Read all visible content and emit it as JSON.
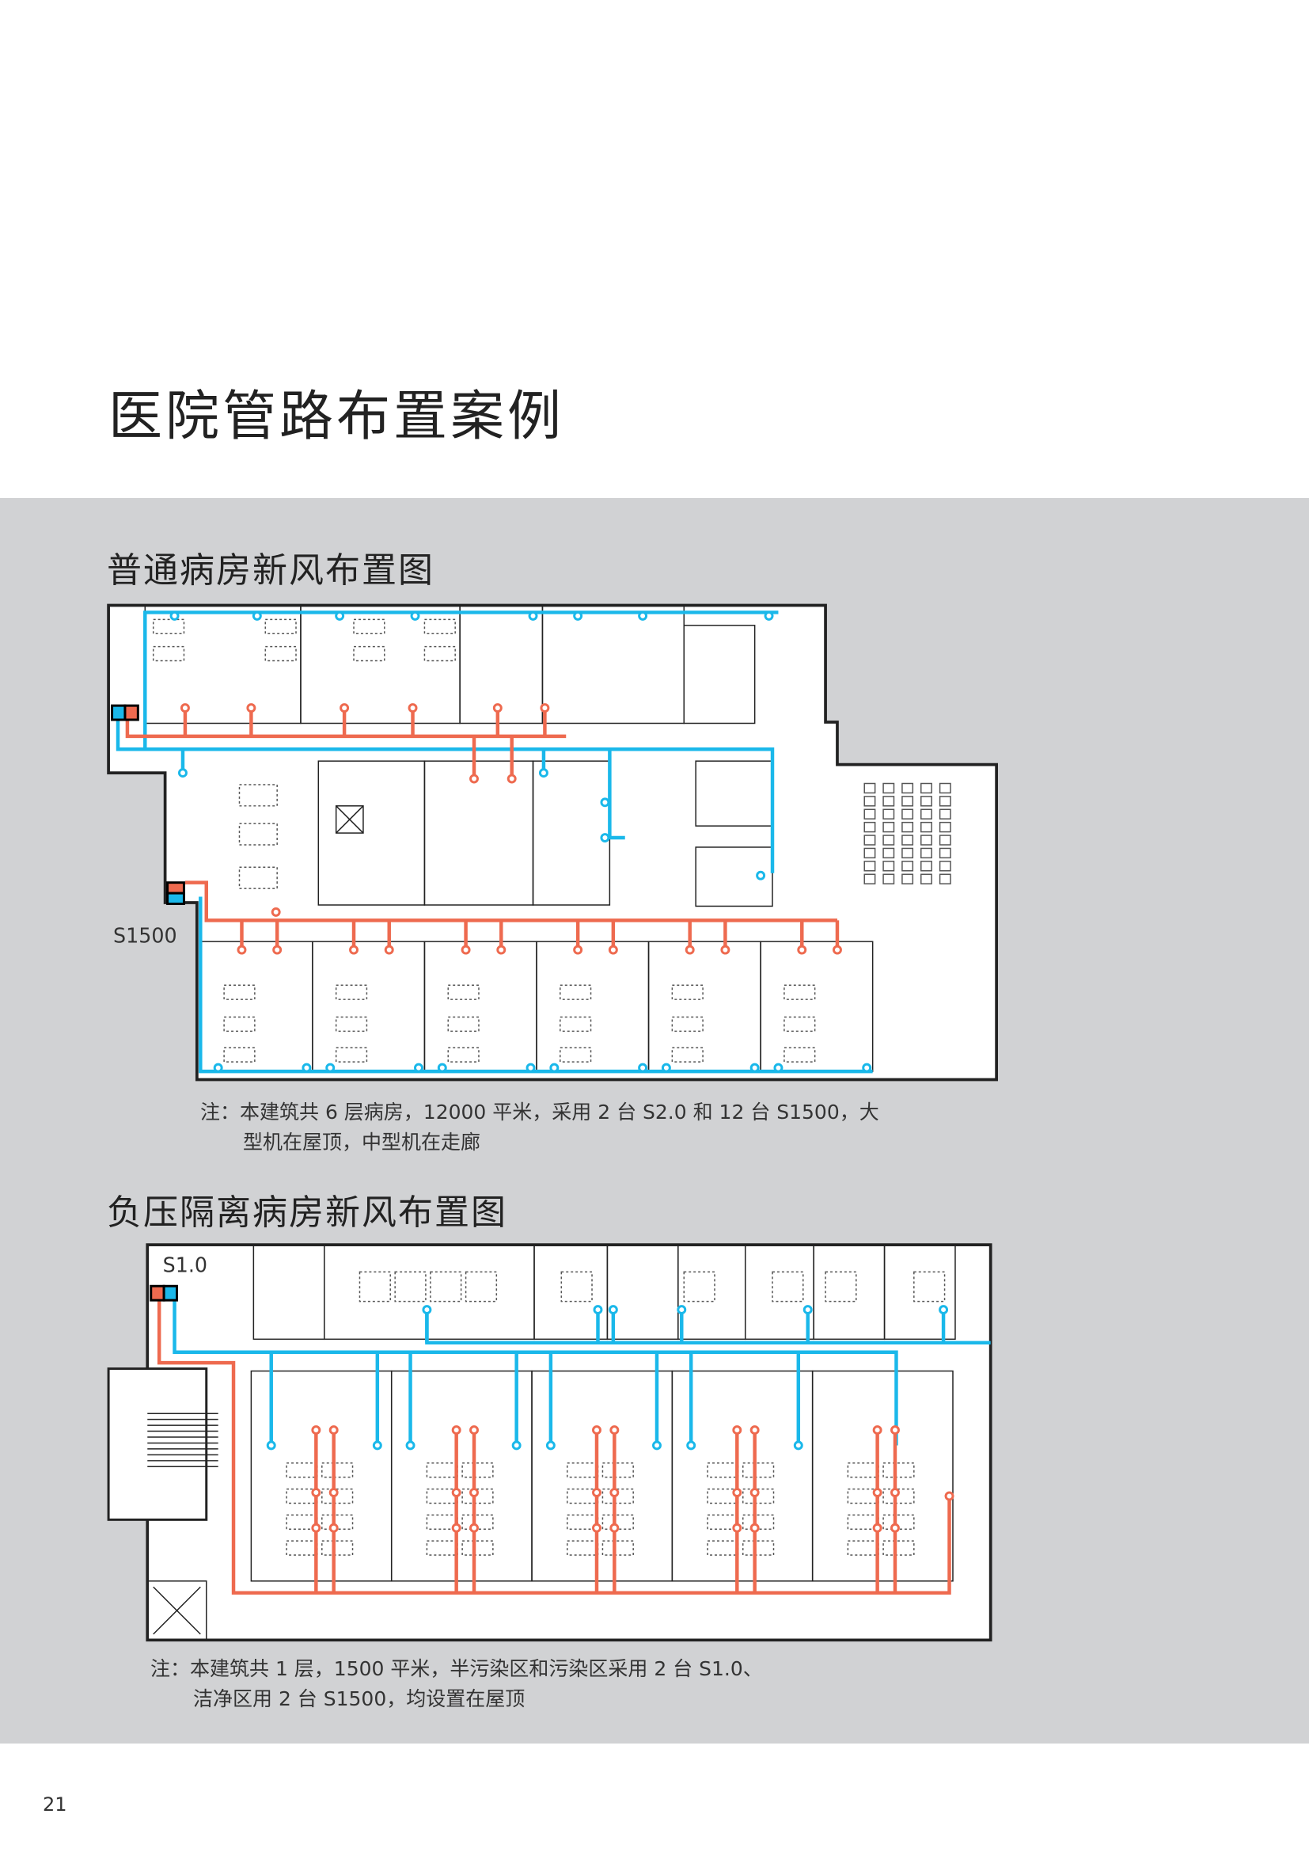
{
  "page": {
    "title": "医院管路布置案例",
    "page_number": "21"
  },
  "section1": {
    "title": "普通病房新风布置图",
    "unit_label": "S1500",
    "note_line1": "注：本建筑共 6 层病房，12000 平米，采用 2 台 S2.0 和 12 台 S1500，大",
    "note_line2": "型机在屋顶，中型机在走廊"
  },
  "section2": {
    "title": "负压隔离病房新风布置图",
    "unit_label": "S1.0",
    "note_line1": "注：本建筑共 1 层，1500 平米，半污染区和污染区采用 2 台 S1.0、",
    "note_line2": "洁净区用 2 台 S1500，均设置在屋顶"
  },
  "colors": {
    "supply_duct": "#1ab8ea",
    "exhaust_duct": "#ee6a4f",
    "background_band": "#d1d2d4",
    "wall": "#222222"
  }
}
